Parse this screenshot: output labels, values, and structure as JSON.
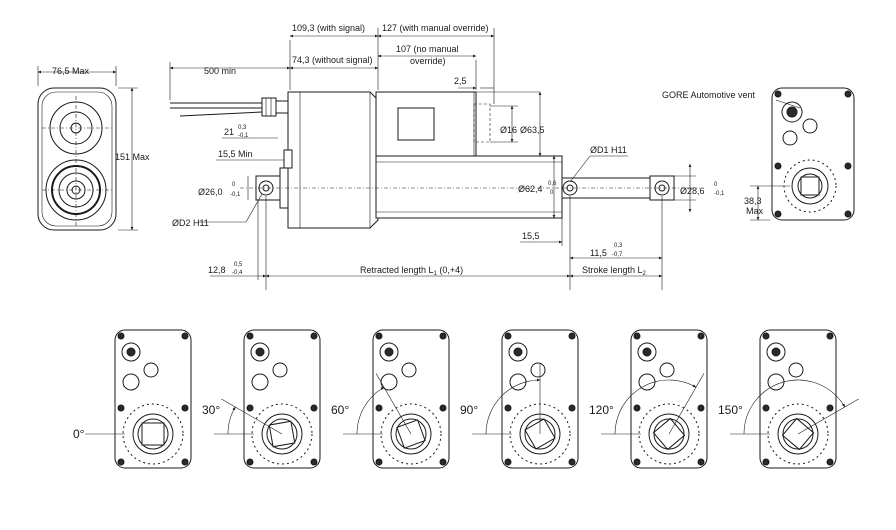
{
  "labels": {
    "with_signal": "109,3 (with signal)",
    "with_override": "127 (with manual override)",
    "without_signal": "74,3 (without signal)",
    "no_override_1": "107 (no manual",
    "no_override_2": "override)",
    "cable": "500 min",
    "w_76": "76,5 Max",
    "h_151": "151 Max",
    "d21": "21",
    "d21_tol_up": "0,3",
    "d21_tol_dn": "-0,1",
    "d15": "15,5 Min",
    "d26": "Ø26,0",
    "d26_tol_up": "0",
    "d26_tol_dn": "-0,1",
    "d2": "ØD2 H11",
    "d128": "12,8",
    "d128_tol_up": "0,5",
    "d128_tol_dn": "-0,4",
    "d25": "2,5",
    "d16": "Ø16",
    "d635": "Ø63,5",
    "d1": "ØD1 H11",
    "d624": "Ø62,4",
    "d624_tol_up": "0,6",
    "d624_tol_dn": "0",
    "d286": "Ø28,6",
    "d286_tol_up": "0",
    "d286_tol_dn": "-0,1",
    "d155": "15,5",
    "d115": "11,5",
    "d115_tol_up": "0,3",
    "d115_tol_dn": "-0,7",
    "retracted_pre": "Retracted length L",
    "retracted_sub": "1",
    "retracted_post": " (0,+4)",
    "stroke_pre": "Stroke length L",
    "stroke_sub": "2",
    "vent": "GORE Automotive vent",
    "d383": "38,3",
    "max": "Max"
  },
  "orientations": [
    {
      "label": "0°",
      "angle": 0
    },
    {
      "label": "30°",
      "angle": 30
    },
    {
      "label": "60°",
      "angle": 60
    },
    {
      "label": "90°",
      "angle": 90
    },
    {
      "label": "120°",
      "angle": 120
    },
    {
      "label": "150°",
      "angle": 150
    }
  ],
  "colors": {
    "line": "#1a1a1a",
    "background": "#ffffff"
  }
}
